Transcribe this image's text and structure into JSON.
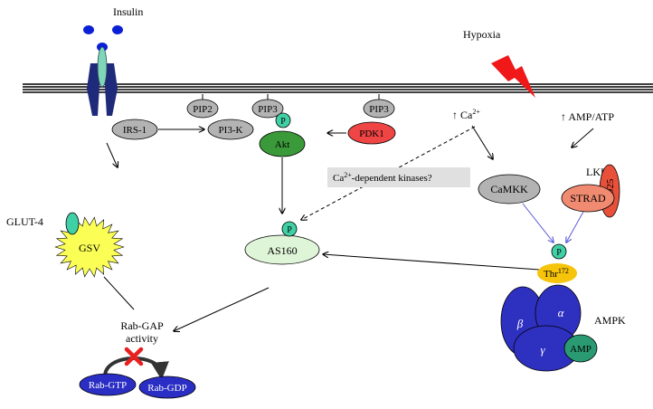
{
  "labels": {
    "insulin": "Insulin",
    "hypoxia": "Hypoxia",
    "pip2": "PIP2",
    "pip3_a": "PIP3",
    "pip3_b": "PIP3",
    "p": "P",
    "irs1": "IRS-1",
    "pi3k": "PI3-K",
    "akt": "Akt",
    "pdk1": "PDK1",
    "ca_up_arrow": "↑ Ca",
    "ca_sup": "2+",
    "amp_atp": "↑ AMP/ATP",
    "ca_kinases_prefix": "Ca",
    "ca_kinases_sup": "2+",
    "ca_kinases_suffix": "-dependent kinases?",
    "camkk": "CaMKK",
    "lkb1": "LKB1",
    "strad": "STRAD",
    "mo25": "MO25",
    "as160": "AS160",
    "glut4": "GLUT-4",
    "gsv": "GSV",
    "thr": "Thr",
    "thr_sup": "172",
    "beta": "β",
    "alpha": "α",
    "gamma": "γ",
    "amp": "AMP",
    "ampk": "AMPK",
    "rabgap_line1": "Rab-GAP",
    "rabgap_line2": "activity",
    "rabgtp": "Rab-GTP",
    "rabgdp": "Rab-GDP"
  },
  "colors": {
    "receptor_navy": "#1f2a7a",
    "receptor_teal": "#7fd6b8",
    "insulin_blue": "#0a1fd6",
    "grey_node": "#b3b3b3",
    "akt_green": "#3a9a3a",
    "pdk1_red": "#f04545",
    "phospho_teal": "#40d0a6",
    "strad_salmon": "#f08a70",
    "mo25_red": "#e8503a",
    "as160_fill": "#dff5d8",
    "gsv_yellow": "#fbff55",
    "thr_yellow": "#f6c40a",
    "ampk_blue": "#2e30c0",
    "amp_green": "#2a9a72",
    "rab_blue": "#2a2ec4",
    "lightning_red": "#f01818",
    "blue_arrow": "#6a6ae0",
    "inhibit_x_red": "#e82020"
  }
}
